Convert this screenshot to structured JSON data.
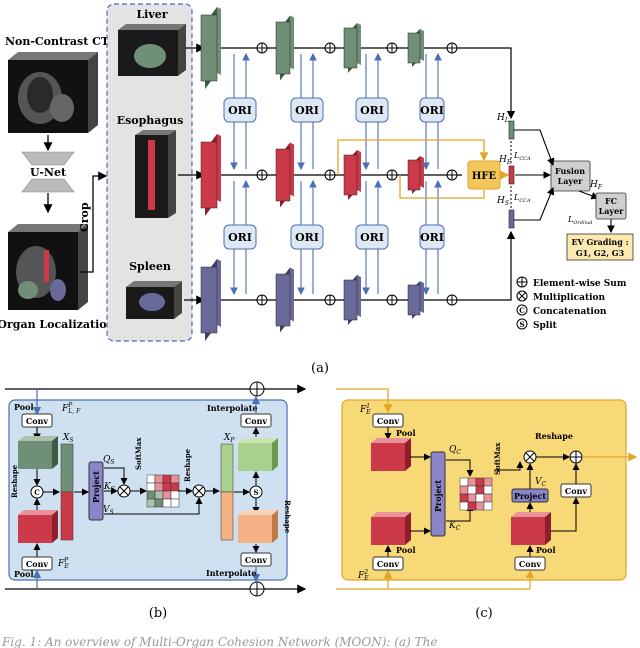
{
  "panel_a": {
    "input_label": "Non-Contrast CT",
    "unet_label": "U-Net",
    "crop_label": "Crop",
    "localization_label": "Organ Localization",
    "organs": [
      "Liver",
      "Esophagus",
      "Spleen"
    ],
    "ori_label": "ORI",
    "hfe_label": "HFE",
    "fusion_label_line1": "Fusion",
    "fusion_label_line2": "Layer",
    "fc_label_line1": "FC",
    "fc_label_line2": "Layer",
    "grading_line1": "EV Grading :",
    "grading_line2": "G1, G2, G3",
    "h_labels": [
      "H",
      "H",
      "H",
      "H"
    ],
    "h_subs": [
      "L",
      "E",
      "S",
      "F"
    ],
    "loss_label": "L",
    "loss_subs": [
      "CCA",
      "CCA",
      "Ordinal"
    ],
    "legend": [
      "Element-wise Sum",
      "Multiplication",
      "Concatenation",
      "Split"
    ],
    "caption": "(a)"
  },
  "panel_b": {
    "conv": "Conv",
    "pool": "Pool",
    "interpolate": "Interpolate",
    "reshape": "Reshape",
    "softmax": "SoftMax",
    "project": "Project",
    "vars": {
      "top": "F",
      "top_sup": "P",
      "top_sub": "L, F",
      "bottom": "F",
      "bottom_sub": "E",
      "bottom_sup": "P"
    },
    "xs": "X",
    "xs_sub": "S",
    "xp": "X",
    "xp_sub": "P",
    "qs": "Q",
    "ks": "K",
    "vs": "V",
    "s_sub": "S",
    "caption": "(b)"
  },
  "panel_c": {
    "conv": "Conv",
    "pool": "Pool",
    "reshape": "Reshape",
    "softmax": "SoftMax",
    "project": "Project",
    "f1": "F",
    "f1_sup": "1",
    "f1_sub": "E",
    "f2": "F",
    "f2_sup": "2",
    "f2_sub": "E",
    "qc": "Q",
    "kc": "K",
    "vc": "V",
    "c_sub": "C",
    "caption": "(c)"
  },
  "footer_fragment": "Fig. 1: An overview of Multi-Organ Cohesion Network (MOON): (a) The",
  "colors": {
    "liver": "#6f8f76",
    "esophagus": "#cc3a4a",
    "spleen": "#6a6a9a",
    "ori_fill": "#dde8f3",
    "hfe_fill": "#f3c65c",
    "arrow_blue": "#4a6fb5",
    "arrow_orange": "#e3a428",
    "panel_b_bg": "#cfe1f1",
    "panel_c_bg": "#f7d977"
  }
}
